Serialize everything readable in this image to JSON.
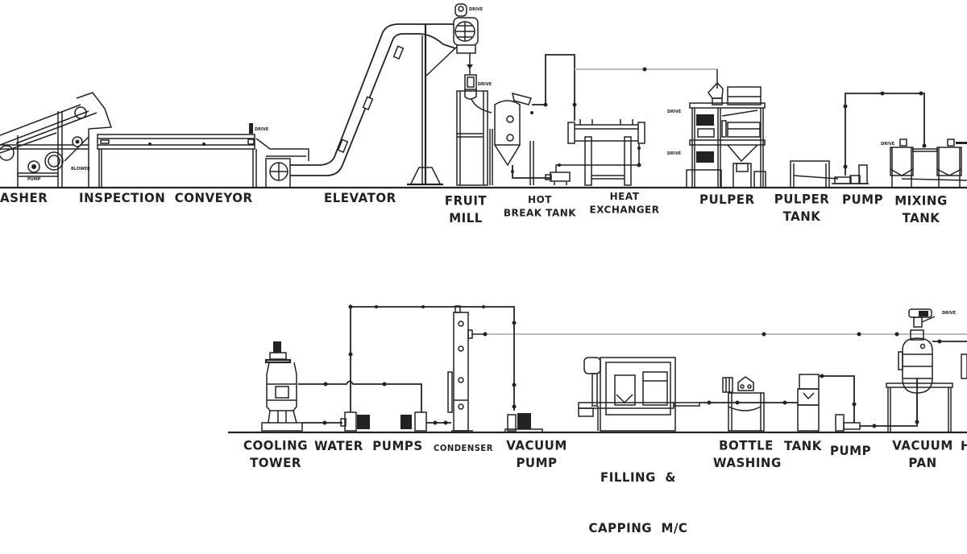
{
  "title": "Fruit Juice Processing Plant Flow Diagram",
  "top_row": {
    "equipment": [
      {
        "id": "washer",
        "label": "ASHER"
      },
      {
        "id": "inspection-conveyor",
        "label": "INSPECTION  CONVEYOR"
      },
      {
        "id": "elevator",
        "label": "ELEVATOR"
      },
      {
        "id": "fruit-mill",
        "label_line1": "FRUIT",
        "label_line2": "MILL"
      },
      {
        "id": "hot-break-tank",
        "label_line1": "HOT",
        "label_line2": "BREAK TANK"
      },
      {
        "id": "heat-exchanger",
        "label_line1": "HEAT",
        "label_line2": "EXCHANGER"
      },
      {
        "id": "pulper",
        "label": "PULPER"
      },
      {
        "id": "pulper-tank",
        "label_line1": "PULPER",
        "label_line2": "TANK"
      },
      {
        "id": "pump",
        "label": "PUMP"
      },
      {
        "id": "mixing-tank",
        "label_line1": "MIXING",
        "label_line2": "TANK"
      }
    ],
    "annotations": [
      "DRIVE",
      "DRIVE",
      "DRIVE",
      "DRIVE",
      "DRIVE",
      "PUMP",
      "BLOWER",
      "DRIVE"
    ]
  },
  "bottom_row": {
    "equipment": [
      {
        "id": "cooling-tower",
        "label_line1": "COOLING",
        "label_line2": "TOWER"
      },
      {
        "id": "water-pumps",
        "label": "WATER  PUMPS"
      },
      {
        "id": "condenser",
        "label": "CONDENSER"
      },
      {
        "id": "vacuum-pump",
        "label_line1": "VACUUM",
        "label_line2": "PUMP"
      },
      {
        "id": "filling-capping",
        "label_line1": "FILLING  &",
        "label_line2": "CAPPING  M/C"
      },
      {
        "id": "bottle-washing",
        "label_line1": "BOTTLE",
        "label_line2": "WASHING"
      },
      {
        "id": "tank",
        "label": "TANK"
      },
      {
        "id": "pump-2",
        "label": "PUMP"
      },
      {
        "id": "vacuum-pan",
        "label_line1": "VACUUM",
        "label_line2": "PAN"
      },
      {
        "id": "cut-off-right",
        "label": "H"
      }
    ],
    "annotations": [
      "DRIVE"
    ]
  }
}
